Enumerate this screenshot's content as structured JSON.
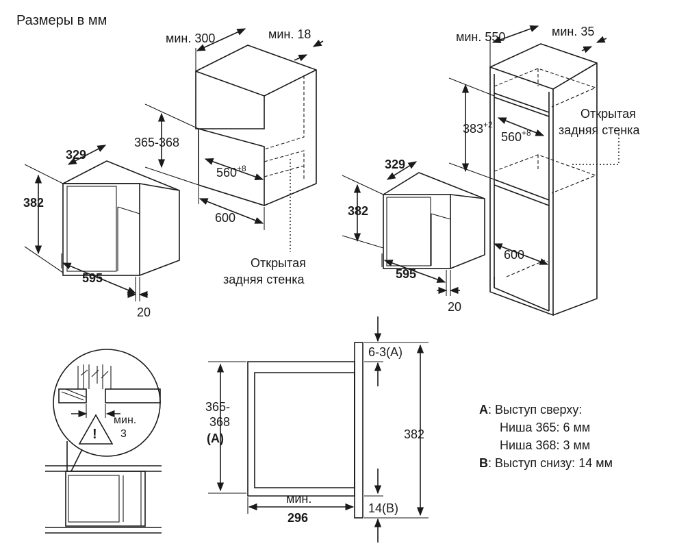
{
  "header": {
    "title": "Размеры в мм"
  },
  "cabinet_wall": {
    "min_depth": "мин. 300",
    "min_gap": "мин. 18",
    "niche_height": "365-368",
    "niche_width_base": "560",
    "niche_width_tol": "+8",
    "cabinet_width": "600",
    "note_line1": "Открытая",
    "note_line2": "задняя стенка"
  },
  "appliance_left": {
    "depth": "329",
    "height": "382",
    "width": "595",
    "front": "20"
  },
  "cabinet_tall": {
    "min_depth": "мин. 550",
    "min_gap": "мин. 35",
    "niche_height_base": "383",
    "niche_height_tol": "+2",
    "niche_width_base": "560",
    "niche_width_tol": "+8",
    "cabinet_width": "600",
    "note_line1": "Открытая",
    "note_line2": "задняя стенка"
  },
  "appliance_right": {
    "depth": "329",
    "height": "382",
    "width": "595",
    "front": "20"
  },
  "detail": {
    "min_label": "мин.",
    "min_value": "3",
    "warning_symbol": "!"
  },
  "side_section": {
    "niche_line1": "365-",
    "niche_line2": "368",
    "niche_line3": "(A)",
    "top_offset": "6-3(A)",
    "total_height": "382",
    "min_depth_label": "мин.",
    "min_depth_value": "296",
    "bottom_offset": "14(B)"
  },
  "legend": {
    "a_key": "A",
    "a_text": ": Выступ сверху:",
    "a_line2": "Ниша 365: 6 мм",
    "a_line3": "Ниша 368: 3 мм",
    "b_key": "B",
    "b_text": ": Выступ снизу: 14 мм"
  }
}
